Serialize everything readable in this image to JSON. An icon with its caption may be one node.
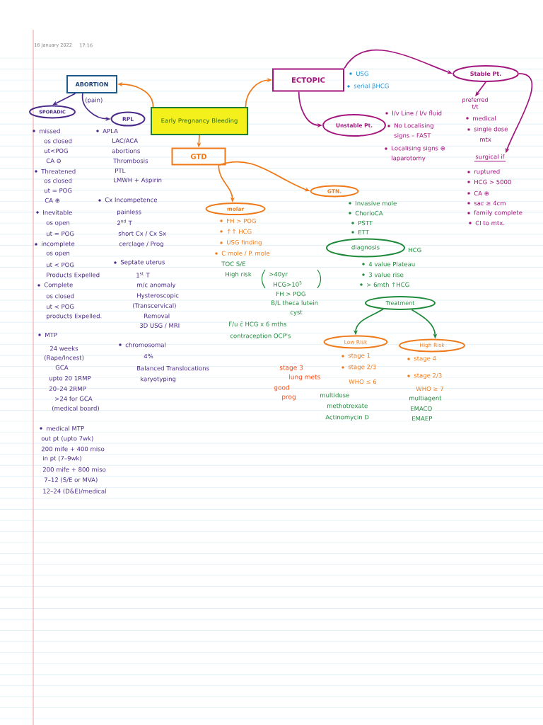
{
  "diagram": {
    "nodes": [
      {
        "text": [
          "ABORTION"
        ],
        "beside": [
          "(pain)"
        ]
      },
      {
        "text": [
          "Early Pregnancy Bleeding"
        ]
      },
      {
        "text": [
          "ECTOPIC"
        ],
        "beside": [
          "USG",
          "serial βHCG"
        ]
      },
      {
        "text": [
          "Stable Pt."
        ]
      },
      {
        "text": [
          "SPORADIC"
        ],
        "beside": [
          "missed",
          "os closed",
          "ut<POG",
          "CA ⊖",
          "Threatened",
          "os closed",
          "ut = POG",
          "CA ⊕",
          "Inevitable",
          "os open",
          "ut = POG",
          "incomplete",
          "os open",
          "ut < POG",
          "Products Expelled",
          "Complete",
          "os closed",
          "ut < POG",
          "products Expelled."
        ]
      },
      {
        "text": [
          "RPL"
        ],
        "beside": [
          "APLA",
          "LAC/ACA",
          "abortions",
          "Thrombosis",
          "PTL",
          "LMWH + Aspirin",
          "Cx Incompetence",
          "painless",
          "2$^{nd}$ T",
          "short Cx / Cx Sx",
          "cerclage / Prog",
          "Septate uterus",
          "1$^{st}$ T",
          "m/c anomaly",
          "Hysteroscopic",
          "(Transcervical)",
          "Removal",
          "3D USG / MRI",
          "chromosomal",
          "4%",
          "Balanced Translocations",
          "karyotyping"
        ]
      },
      {
        "text": [
          "Unstable Pt."
        ],
        "beside": [
          "I/v Line / I/v fluid",
          "No Localising",
          "signs – FAST",
          "Localising signs ⊕",
          "laparotomy"
        ]
      },
      {
        "text": [
          "preferred t/t"
        ],
        "beside": [
          "medical",
          "single dose",
          "mtx"
        ]
      },
      {
        "text": [
          "GTD"
        ]
      },
      {
        "text": [
          "surgical if"
        ],
        "beside": [
          "ruptured",
          "HCG > 5000",
          "CA ⊕",
          "sac ≥ 4cm",
          "family complete",
          "CI to mtx."
        ]
      },
      {
        "text": [
          "GTN."
        ],
        "beside": [
          "Invasive mole",
          "ChorioCA",
          "PSTT",
          "ETT"
        ]
      },
      {
        "text": [
          "molar"
        ],
        "beside": [
          "FH > POG",
          "↑↑ HCG",
          "USG finding",
          "C mole / P. mole",
          "TOC S/E",
          "High risk",
          ">40yr",
          "HCG>10$^{5}$",
          "FH > POG",
          "B/L theca lutein",
          "cyst",
          "F/u c̄ HCG x 6 mths",
          "contraception OCP's"
        ]
      },
      {
        "text": [
          "diagnosis"
        ],
        "beside": [
          "HCG",
          "4 value Plateau",
          "3 value rise",
          "> 6mth ↑HCG"
        ]
      },
      {
        "text": [
          "Treatment"
        ]
      },
      {
        "text": [
          "Low Risk"
        ],
        "beside": [
          "stage 1",
          "stage 2/3",
          "WHO ≤ 6",
          "multidose",
          "methotrexate",
          "Actinomycin D"
        ]
      },
      {
        "text": [
          "High Risk"
        ],
        "beside": [
          "stage 4",
          "stage 2/3",
          "WHO ≥ 7",
          "multiagent",
          "EMACO",
          "EMAEP"
        ]
      }
    ],
    "edges": [
      {
        "from": 1,
        "to": 0,
        "arrow": "to"
      },
      {
        "from": 1,
        "to": 2,
        "arrow": "to"
      },
      {
        "from": 1,
        "to": 8,
        "arrow": "to"
      },
      {
        "from": 0,
        "to": 4,
        "arrow": "to",
        "color": "#4b2a8a"
      },
      {
        "from": 0,
        "to": 5,
        "arrow": "to",
        "color": "#4b2a8a"
      },
      {
        "from": 2,
        "to": 6,
        "arrow": "to",
        "color": "#a3167e"
      },
      {
        "from": 2,
        "to": 3,
        "arrow": "to",
        "color": "#a3167e"
      },
      {
        "from": 3,
        "to": 7,
        "arrow": "to",
        "color": "#a3167e"
      },
      {
        "from": 3,
        "to": 9,
        "arrow": "to",
        "color": "#a3167e"
      },
      {
        "from": 8,
        "to": 11,
        "arrow": "to"
      },
      {
        "from": 8,
        "to": 10,
        "arrow": "to"
      },
      {
        "from": 13,
        "to": 14,
        "arrow": "to",
        "color": "#1e8a3a"
      },
      {
        "from": 13,
        "to": 15,
        "arrow": "to",
        "color": "#1e8a3a"
      }
    ],
    "labels": [
      "16 January 2022",
      "17:16",
      "MTP",
      "24 weeks",
      "(Rape/Incest)",
      "GCA",
      "upto 20 1RMP",
      "20–24 2RMP",
      ">24 for GCA",
      "(medical board)",
      "medical MTP",
      "out pt (upto 7wk)",
      "200 mife + 400 miso",
      "in pt (7–9wk)",
      "200 mife + 800 miso",
      "7–12 (S/E or MVA)",
      "12–24 (D&E)/medical",
      "stage 3",
      "lung mets",
      "good",
      "prog"
    ]
  }
}
